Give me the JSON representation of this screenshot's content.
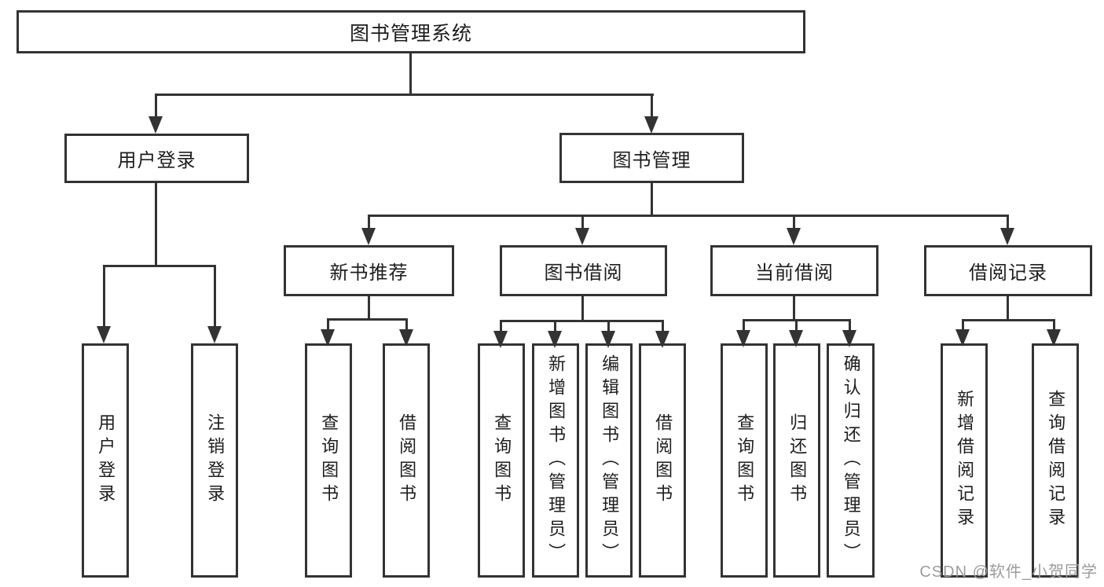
{
  "nodes": {
    "root": "图书管理系统",
    "user_login": {
      "label": "用户登录",
      "children": [
        "用户登录",
        "注销登录"
      ]
    },
    "book_mgmt": {
      "label": "图书管理"
    },
    "new_book_rec": {
      "label": "新书推荐",
      "children": [
        "查询图书",
        "借阅图书"
      ]
    },
    "book_borrow": {
      "label": "图书借阅",
      "children": [
        "查询图书",
        "新增图书（管理员）",
        "编辑图书（管理员）",
        "借阅图书"
      ]
    },
    "current_borrow": {
      "label": "当前借阅",
      "children": [
        "查询图书",
        "归还图书",
        "确认归还（管理员）"
      ]
    },
    "borrow_records": {
      "label": "借阅记录",
      "children": [
        "新增借阅记录",
        "查询借阅记录"
      ]
    }
  },
  "watermark": {
    "text": "CSDN @软件_小贺同学"
  },
  "colors": {
    "line": "#333333",
    "text": "#1d1d1d",
    "watermark": "#9c9c9c",
    "background": "#ffffff"
  }
}
